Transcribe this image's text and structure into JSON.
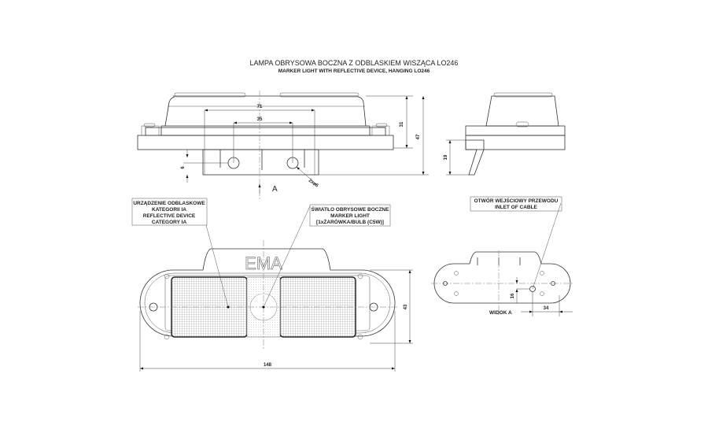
{
  "title": {
    "line1": "LAMPA OBRYSOWA BOCZNA Z ODBLASKIEM WISZĄCA LO246",
    "line2": "MARKER LIGHT WITH REFLECTIVE DEVICE, HANGING LO246"
  },
  "callouts": {
    "reflector": [
      "URZĄDZENIE ODBLASKOWE",
      "KATEGORII IA",
      "REFLECTIVE DEVICE",
      "CATEGORY IA"
    ],
    "marker": [
      "ŚWIATŁO OBRYSOWE BOCZNE",
      "MARKER LIGHT",
      "[1xŻARÓWKA/BULB (C5W)]"
    ],
    "inlet": [
      "OTWÓR WEJŚCIOWY PRZEWODU",
      "INLET OF CABLE"
    ]
  },
  "dimensions": {
    "width_71": "71",
    "hole_spacing_35": "35",
    "height_31": "31",
    "height_47": "47",
    "offset_6": "6",
    "holes": "2x⌀6",
    "side_19": "19",
    "length_148": "148",
    "height_43": "43",
    "inlet_16": "16",
    "inlet_34": "34"
  },
  "view_marker": "A",
  "view_label": "WIDOK A",
  "logo": "EMA"
}
